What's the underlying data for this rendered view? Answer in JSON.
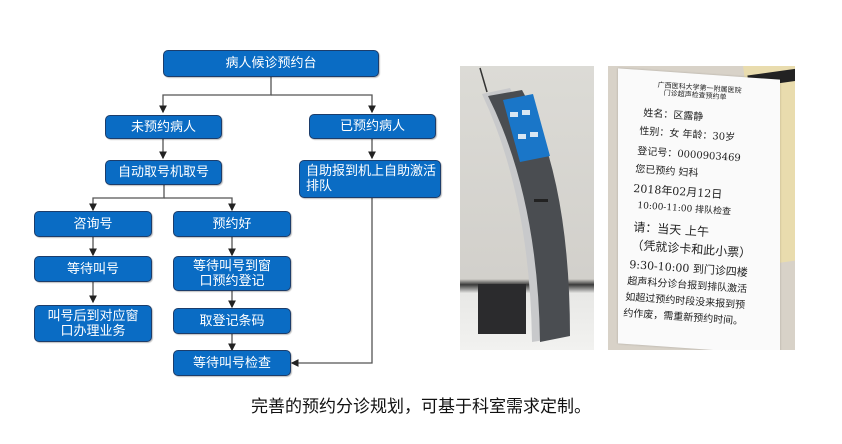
{
  "flowchart": {
    "nodes": {
      "root": "病人候诊预约台",
      "unbooked": "未预约病人",
      "booked": "已预约病人",
      "auto_ticket": "自动取号机取号",
      "self_checkin": "自助报到机上自助激活排队",
      "consult": "咨询号",
      "appointment_done": "预约好",
      "wait_call": "等待叫号",
      "wait_window_register": "等待叫号到窗口预约登记",
      "go_window": "叫号后到对应窗口办理业务",
      "get_barcode": "取登记条码",
      "wait_exam": "等待叫号检查"
    },
    "colors": {
      "box_fill": "#0a6cc4",
      "box_border": "#1c3d6b",
      "line": "#555555"
    }
  },
  "kiosk_photo": {
    "label": "self-service kiosk"
  },
  "ticket_photo": {
    "lines": [
      "广西医科大学第一附属医院",
      "门诊超声检查预约单",
      "姓名：区露静",
      "性别：女    年龄：30岁",
      "登记号：0000903469",
      "您已预约  妇科",
      "2018年02月12日",
      "10:00-11:00  排队检查",
      "请：当天  上午",
      "（凭就诊卡和此小票）",
      "9:30-10:00  到门诊四楼",
      "超声科分诊台报到排队激活",
      "如超过预约时段没来报到预",
      "约作废，需重新预约时间。"
    ]
  },
  "caption": "完善的预约分诊规划，可基于科室需求定制。"
}
